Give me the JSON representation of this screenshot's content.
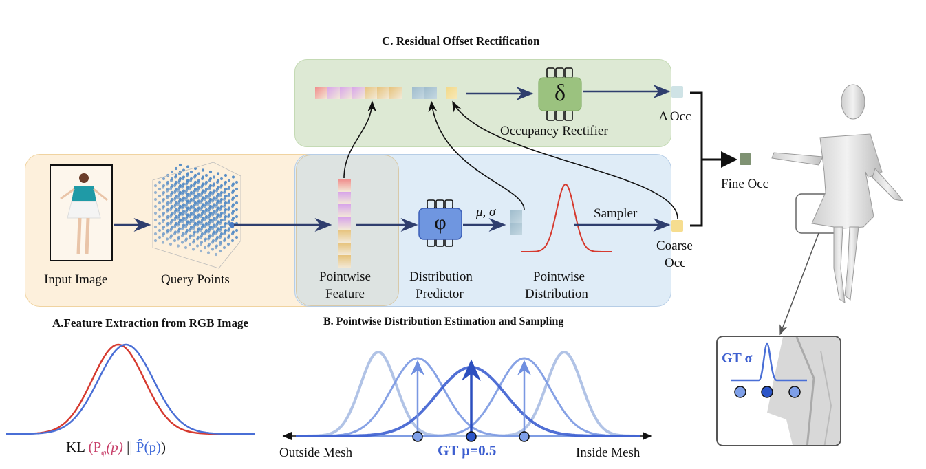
{
  "sections": {
    "a_title": "A.Feature Extraction from RGB Image",
    "b_title": "B. Pointwise Distribution Estimation and Sampling",
    "c_title": "C. Residual Offset Rectification"
  },
  "nodes": {
    "input_image": "Input Image",
    "query_points": "Query Points",
    "pointwise_feature_1": "Pointwise",
    "pointwise_feature_2": "Feature",
    "distribution_predictor_1": "Distribution",
    "distribution_predictor_2": "Predictor",
    "pointwise_distribution_1": "Pointwise",
    "pointwise_distribution_2": "Distribution",
    "occupancy_rectifier": "Occupancy Rectifier",
    "delta_occ": "Δ Occ",
    "coarse_occ_1": "Coarse",
    "coarse_occ_2": "Occ",
    "fine_occ": "Fine Occ",
    "mu_sigma": "μ, σ",
    "sampler": "Sampler",
    "phi_symbol": "φ",
    "delta_symbol": "δ"
  },
  "bottom": {
    "kl_prefix": "KL",
    "kl_pred": "(P",
    "kl_pred_sub": "φ",
    "kl_pred_arg": "(p)",
    "kl_sep": "||",
    "kl_gt": "P̂(p)",
    "kl_close": ")",
    "outside_mesh": "Outside Mesh",
    "inside_mesh": "Inside Mesh",
    "gt_mu": "GT μ=0.5",
    "gt_sigma": "GT σ"
  },
  "colors": {
    "panel_a": "#fdf0dc",
    "panel_b": "#dfecf7",
    "panel_c": "#dde9d4",
    "arrow": "#2f3e6e",
    "predicted_curve": "#d63a2f",
    "gt_curve": "#4a6fd6",
    "phi_box": "#6f96e0",
    "delta_box": "#9bc27f"
  },
  "feature_vector": {
    "colors": [
      "#f08a8a",
      "#d7a4ea",
      "#d7a4ea",
      "#d7a4ea",
      "#e6c27a",
      "#e6c27a",
      "#e6c27a"
    ]
  }
}
